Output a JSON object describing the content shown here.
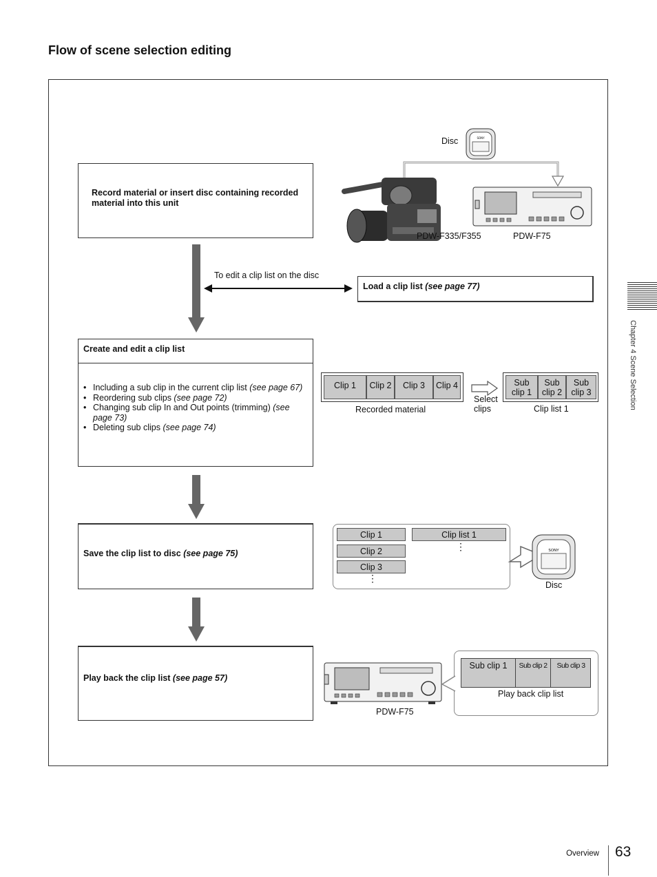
{
  "page_title": "Flow of scene selection editing",
  "steps": {
    "step1": {
      "text": "Record material or insert disc containing recorded material into this unit"
    },
    "step2": {
      "heading": "Create and edit a clip list",
      "bullets": [
        {
          "text": "Including a sub clip in the current clip list ",
          "ref": "(see page 67)"
        },
        {
          "text": "Reordering sub clips ",
          "ref": "(see page 72)"
        },
        {
          "text": "Changing sub clip In and Out points (trimming) ",
          "ref": "(see page 73)"
        },
        {
          "text": "Deleting sub clips ",
          "ref": "(see page 74)"
        }
      ]
    },
    "step3": {
      "text": "Save the clip list to disc ",
      "ref": "(see page 75)"
    },
    "step4": {
      "text": "Play back the clip list ",
      "ref": "(see page 57)"
    }
  },
  "side_branch": {
    "arrow_label": "To edit a clip list on the disc",
    "box_text": "Load a clip list ",
    "box_ref": "(see page 77)"
  },
  "figure1": {
    "disc_label": "Disc",
    "camera_label": "PDW-F335/F355",
    "deck_label": "PDW-F75",
    "sony_logo": "SONY"
  },
  "figure2": {
    "clips": [
      "Clip 1",
      "Clip 2",
      "Clip 3",
      "Clip 4"
    ],
    "recorded_label": "Recorded material",
    "select_label_line1": "Select",
    "select_label_line2": "clips",
    "subclips": [
      {
        "l1": "Sub",
        "l2": "clip 1"
      },
      {
        "l1": "Sub",
        "l2": "clip 2"
      },
      {
        "l1": "Sub",
        "l2": "clip 3"
      }
    ],
    "cliplist_label": "Clip list 1"
  },
  "figure3": {
    "clips": [
      "Clip 1",
      "Clip 2",
      "Clip 3"
    ],
    "cliplist": "Clip list 1",
    "dots": "⋮",
    "disc_label": "Disc",
    "sony_logo": "SONY"
  },
  "figure4": {
    "subclips": [
      "Sub clip 1",
      "Sub clip 2",
      "Sub clip 3"
    ],
    "playback_label": "Play back clip list",
    "deck_label": "PDW-F75"
  },
  "side_tab": "Chapter 4  Scene Selection",
  "footer": {
    "section": "Overview",
    "page": "63"
  },
  "colors": {
    "cell_gray": "#c9c9c9",
    "arrow_gray": "#666666"
  }
}
